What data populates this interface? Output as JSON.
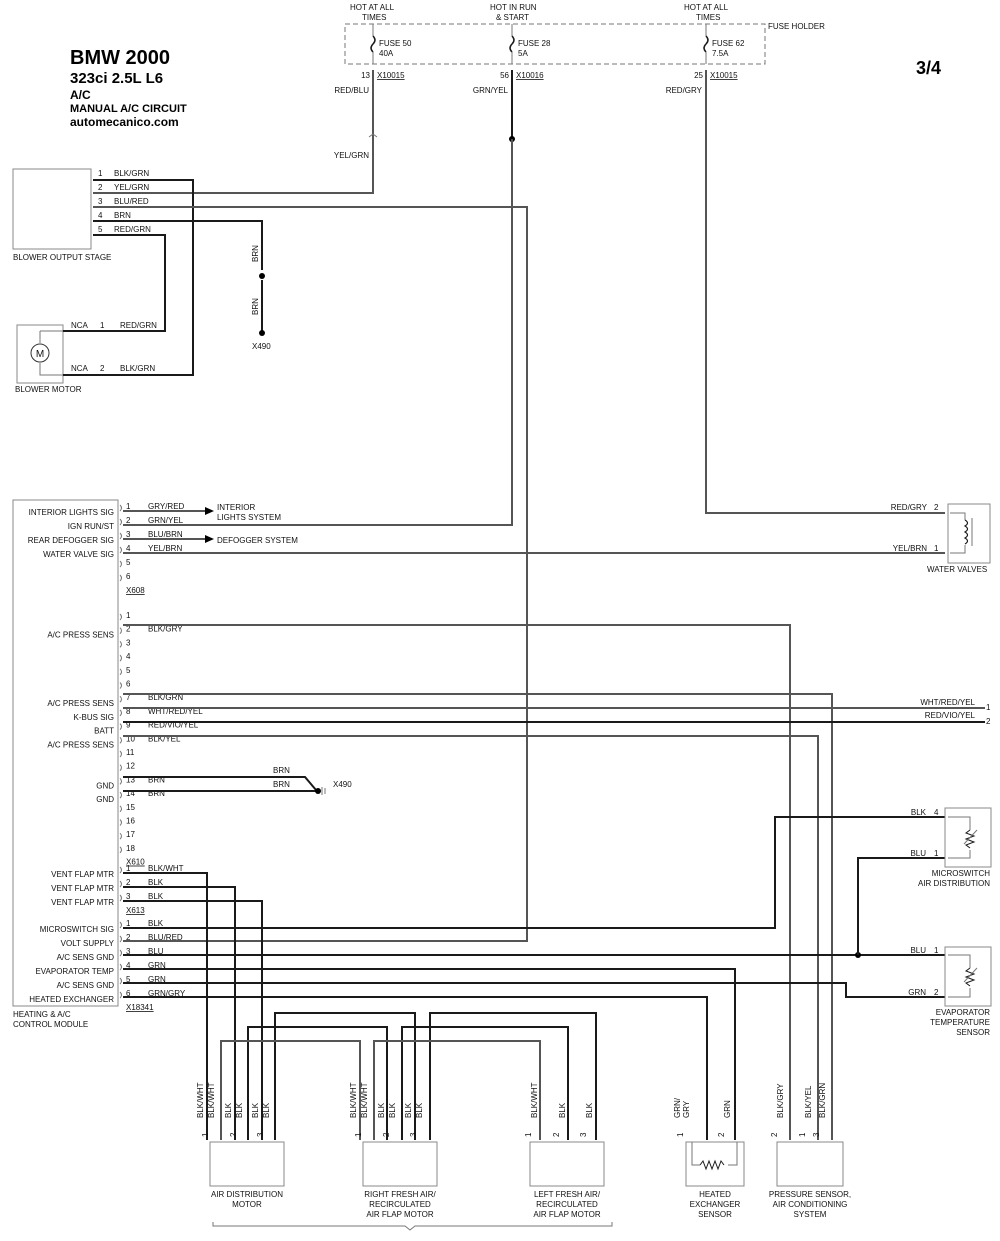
{
  "header": {
    "title": "BMW 2000",
    "model": "323ci  2.5L  L6",
    "system": "A/C",
    "circuit": "MANUAL A/C CIRCUIT",
    "site": "automecanico.com",
    "page": "3/4"
  },
  "fuse_holder": {
    "label": "FUSE HOLDER",
    "fuses": [
      {
        "hot": [
          "HOT AT ALL",
          "TIMES"
        ],
        "name": "FUSE 50",
        "rating": "40A",
        "pin": "13",
        "connector": "X10015",
        "wire": "RED/BLU"
      },
      {
        "hot": [
          "HOT IN RUN",
          "& START"
        ],
        "name": "FUSE 28",
        "rating": "5A",
        "pin": "56",
        "connector": "X10016",
        "wire": "GRN/YEL"
      },
      {
        "hot": [
          "HOT AT ALL",
          "TIMES"
        ],
        "name": "FUSE 62",
        "rating": "7.5A",
        "pin": "25",
        "connector": "X10015",
        "wire": "RED/GRY"
      }
    ]
  },
  "splice_wire": "YEL/GRN",
  "blower_output_stage": {
    "label": "BLOWER OUTPUT STAGE",
    "pins": [
      {
        "pin": "1",
        "wire": "BLK/GRN"
      },
      {
        "pin": "2",
        "wire": "YEL/GRN"
      },
      {
        "pin": "3",
        "wire": "BLU/RED"
      },
      {
        "pin": "4",
        "wire": "BRN"
      },
      {
        "pin": "5",
        "wire": "RED/GRN"
      }
    ]
  },
  "ground_x490_top": {
    "wire_a": "BRN",
    "wire_b": "BRN",
    "label": "X490"
  },
  "blower_motor": {
    "label": "BLOWER MOTOR",
    "symbol": "M",
    "pins": [
      {
        "conn": "NCA",
        "pin": "1",
        "wire": "RED/GRN"
      },
      {
        "conn": "NCA",
        "pin": "2",
        "wire": "BLK/GRN"
      }
    ]
  },
  "control_module": {
    "label": [
      "HEATING & A/C",
      "CONTROL MODULE"
    ],
    "connectors": [
      {
        "name": "X608",
        "pins": [
          {
            "pin": "1",
            "sig": "INTERIOR LIGHTS SIG",
            "wire": "GRY/RED"
          },
          {
            "pin": "2",
            "sig": "IGN RUN/ST",
            "wire": "GRN/YEL"
          },
          {
            "pin": "3",
            "sig": "REAR DEFOGGER SIG",
            "wire": "BLU/BRN"
          },
          {
            "pin": "4",
            "sig": "WATER VALVE SIG",
            "wire": "YEL/BRN"
          },
          {
            "pin": "5",
            "sig": "",
            "wire": ""
          },
          {
            "pin": "6",
            "sig": "",
            "wire": ""
          }
        ]
      },
      {
        "name": "X610",
        "pins": [
          {
            "pin": "1",
            "sig": "",
            "wire": ""
          },
          {
            "pin": "2",
            "sig": "A/C PRESS SENS",
            "wire": "BLK/GRY"
          },
          {
            "pin": "3",
            "sig": "",
            "wire": ""
          },
          {
            "pin": "4",
            "sig": "",
            "wire": ""
          },
          {
            "pin": "5",
            "sig": "",
            "wire": ""
          },
          {
            "pin": "6",
            "sig": "",
            "wire": ""
          },
          {
            "pin": "7",
            "sig": "A/C PRESS SENS",
            "wire": "BLK/GRN"
          },
          {
            "pin": "8",
            "sig": "K-BUS SIG",
            "wire": "WHT/RED/YEL"
          },
          {
            "pin": "9",
            "sig": "BATT",
            "wire": "RED/VIO/YEL"
          },
          {
            "pin": "10",
            "sig": "A/C PRESS SENS",
            "wire": "BLK/YEL"
          },
          {
            "pin": "11",
            "sig": "",
            "wire": ""
          },
          {
            "pin": "12",
            "sig": "",
            "wire": ""
          },
          {
            "pin": "13",
            "sig": "GND",
            "wire": "BRN"
          },
          {
            "pin": "14",
            "sig": "GND",
            "wire": "BRN"
          },
          {
            "pin": "15",
            "sig": "",
            "wire": ""
          },
          {
            "pin": "16",
            "sig": "",
            "wire": ""
          },
          {
            "pin": "17",
            "sig": "",
            "wire": ""
          },
          {
            "pin": "18",
            "sig": "",
            "wire": ""
          }
        ]
      },
      {
        "name": "X613",
        "pins": [
          {
            "pin": "1",
            "sig": "VENT FLAP MTR",
            "wire": "BLK/WHT"
          },
          {
            "pin": "2",
            "sig": "VENT FLAP MTR",
            "wire": "BLK"
          },
          {
            "pin": "3",
            "sig": "VENT FLAP MTR",
            "wire": "BLK"
          }
        ]
      },
      {
        "name": "X18341",
        "pins": [
          {
            "pin": "1",
            "sig": "MICROSWITCH SIG",
            "wire": "BLK"
          },
          {
            "pin": "2",
            "sig": "VOLT SUPPLY",
            "wire": "BLU/RED"
          },
          {
            "pin": "3",
            "sig": "A/C SENS GND",
            "wire": "BLU"
          },
          {
            "pin": "4",
            "sig": "EVAPORATOR TEMP",
            "wire": "GRN"
          },
          {
            "pin": "5",
            "sig": "A/C SENS GND",
            "wire": "GRN"
          },
          {
            "pin": "6",
            "sig": "HEATED EXCHANGER",
            "wire": "GRN/GRY"
          }
        ]
      }
    ]
  },
  "arrows": {
    "interior_lights": [
      "INTERIOR",
      "LIGHTS SYSTEM"
    ],
    "defogger": "DEFOGGER SYSTEM"
  },
  "ground_x490_mid": {
    "wire_13": "BRN",
    "wire_14": "BRN",
    "label": "X490"
  },
  "water_valves": {
    "label": "WATER VALVES",
    "pins": [
      {
        "pin": "2",
        "wire": "RED/GRY"
      },
      {
        "pin": "1",
        "wire": "YEL/BRN"
      }
    ]
  },
  "kbus_out": [
    {
      "wire": "WHT/RED/YEL",
      "pin": "1"
    },
    {
      "wire": "RED/VIO/YEL",
      "pin": "2"
    }
  ],
  "microswitch": {
    "label": [
      "MICROSWITCH",
      "AIR DISTRIBUTION"
    ],
    "pins": [
      {
        "pin": "4",
        "wire": "BLK"
      },
      {
        "pin": "1",
        "wire": "BLU"
      }
    ]
  },
  "evaporator_sensor": {
    "label": [
      "EVAPORATOR",
      "TEMPERATURE",
      "SENSOR"
    ],
    "pins": [
      {
        "pin": "1",
        "wire": "BLU"
      },
      {
        "pin": "2",
        "wire": "GRN"
      }
    ]
  },
  "bottom_components": [
    {
      "label": [
        "AIR DISTRIBUTION",
        "MOTOR"
      ],
      "pins": [
        {
          "pin": "1",
          "wires": [
            "BLK/WHT",
            "BLK/WHT"
          ]
        },
        {
          "pin": "2",
          "wires": [
            "BLK",
            "BLK"
          ]
        },
        {
          "pin": "3",
          "wires": [
            "BLK",
            "BLK"
          ]
        }
      ]
    },
    {
      "label": [
        "RIGHT FRESH AIR/",
        "RECIRCULATED",
        "AIR FLAP MOTOR"
      ],
      "pins": [
        {
          "pin": "1",
          "wires": [
            "BLK/WHT",
            "BLK/WHT"
          ]
        },
        {
          "pin": "2",
          "wires": [
            "BLK",
            "BLK"
          ]
        },
        {
          "pin": "3",
          "wires": [
            "BLK",
            "BLK"
          ]
        }
      ]
    },
    {
      "label": [
        "LEFT FRESH AIR/",
        "RECIRCULATED",
        "AIR FLAP MOTOR"
      ],
      "pins": [
        {
          "pin": "1",
          "wires": [
            "BLK/WHT"
          ]
        },
        {
          "pin": "2",
          "wires": [
            "BLK"
          ]
        },
        {
          "pin": "3",
          "wires": [
            "BLK"
          ]
        }
      ]
    },
    {
      "label": [
        "HEATED",
        "EXCHANGER",
        "SENSOR"
      ],
      "pins": [
        {
          "pin": "1",
          "wires": [
            "GRN/",
            "GRY"
          ]
        },
        {
          "pin": "2",
          "wires": [
            "GRN"
          ]
        }
      ]
    },
    {
      "label": [
        "PRESSURE SENSOR,",
        "AIR CONDITIONING",
        "SYSTEM"
      ],
      "pins": [
        {
          "pin": "2",
          "wires": [
            "BLK/GRY"
          ]
        },
        {
          "pin": "1",
          "wires": [
            "BLK/YEL"
          ]
        },
        {
          "pin": "3",
          "wires": [
            "BLK/GRN"
          ]
        }
      ]
    }
  ]
}
